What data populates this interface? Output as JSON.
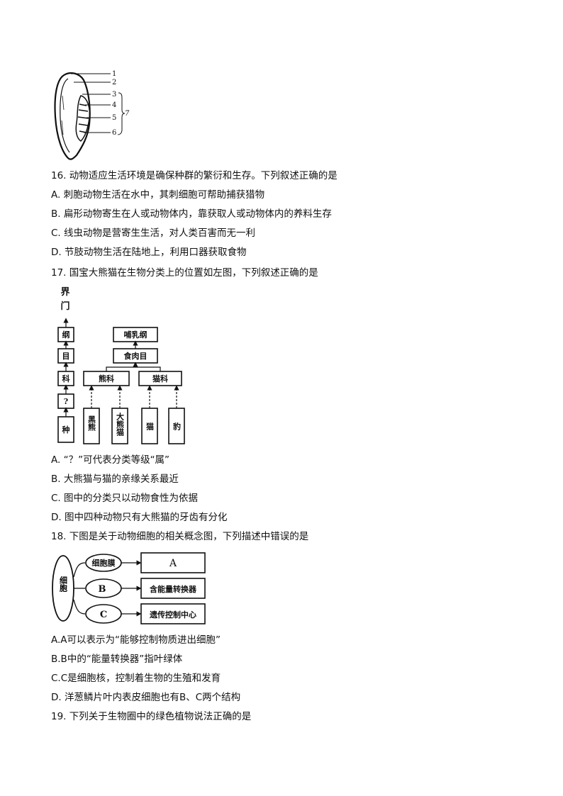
{
  "seed_figure": {
    "labels": [
      "1",
      "2",
      "3",
      "4",
      "5",
      "6"
    ],
    "bracket_label": "7"
  },
  "q16": {
    "stem": "16. 动物适应生活环境是确保种群的繁衍和生存。下列叙述正确的是",
    "options": [
      "A. 刺胞动物生活在水中，其刺细胞可帮助捕获猎物",
      "B. 扁形动物寄生在人或动物体内，靠获取人或动物体内的养料生存",
      "C. 线虫动物是营寄生生活，对人类百害而无一利",
      "D. 节肢动物生活在陆地上，利用口器获取食物"
    ]
  },
  "q17": {
    "stem": "17. 国宝大熊猫在生物分类上的位置如左图，下列叙述正确的是",
    "figure": {
      "left_column": [
        "门",
        "纲",
        "目",
        "科",
        "?",
        "种"
      ],
      "top_left_mark": "界",
      "class_box": "哺乳纲",
      "order_box": "食肉目",
      "families": [
        "熊科",
        "猫科"
      ],
      "species": [
        "黑熊",
        "大熊猫",
        "猫",
        "豹"
      ]
    },
    "options": [
      "A. “？”可代表分类等级“属”",
      "B. 大熊猫与猫的亲缘关系最近",
      "C. 图中的分类只以动物食性为依据",
      "D. 图中四种动物只有大熊猫的牙齿有分化"
    ]
  },
  "q18": {
    "stem": "18. 下图是关于动物细胞的相关概念图，下列描述中错误的是",
    "figure": {
      "root": "细胞",
      "nodes": [
        "细胞膜",
        "B",
        "C"
      ],
      "boxes": [
        "A",
        "含能量转换器",
        "遗传控制中心"
      ]
    },
    "options": [
      "A.A可以表示为“能够控制物质进出细胞”",
      "B.B中的“能量转换器”指叶绿体",
      "C.C是细胞核，控制着生物的生殖和发育",
      "D. 洋葱鳞片叶内表皮细胞也有B、C两个结构"
    ]
  },
  "q19": {
    "stem": "19. 下列关于生物圈中的绿色植物说法正确的是"
  }
}
